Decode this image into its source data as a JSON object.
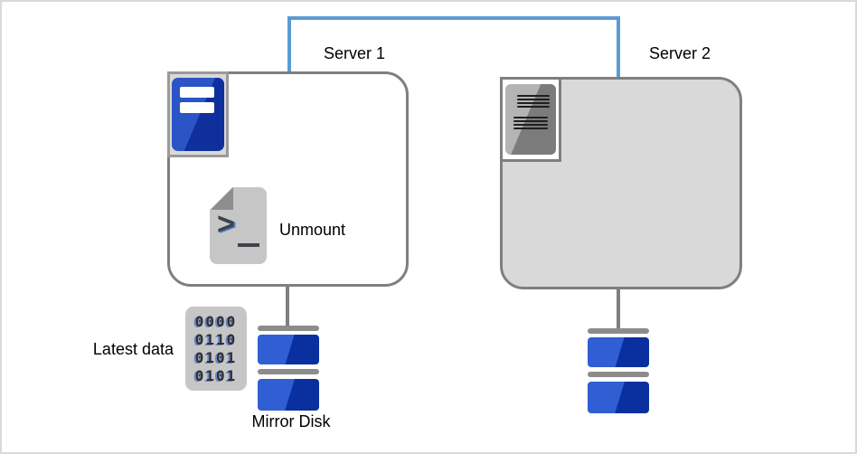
{
  "colors": {
    "connector_blue": "#5b9bd5",
    "box_border_gray": "#7f7f7f",
    "standby_box_fill": "#d9d9d9",
    "server_icon_blue": "#1d44bd",
    "disk_blue_light": "#2f5fd3",
    "disk_blue_dark": "#0a30a0",
    "disk_cap_gray": "#8c8c8c"
  },
  "server1": {
    "label": "Server 1",
    "icon": "blue-server-icon",
    "script": {
      "icon": "shell-script-file-icon",
      "glyph": ">",
      "label": "Unmount"
    },
    "disk": {
      "icon": "mirror-disk-icon",
      "label": "Mirror Disk"
    }
  },
  "server2": {
    "label": "Server 2",
    "icon": "gray-server-icon",
    "disk": {
      "icon": "mirror-disk-icon"
    }
  },
  "latest_data": {
    "icon": "binary-data-icon",
    "label": "Latest data",
    "rows": [
      "0000",
      "0110",
      "0101",
      "0101"
    ]
  }
}
